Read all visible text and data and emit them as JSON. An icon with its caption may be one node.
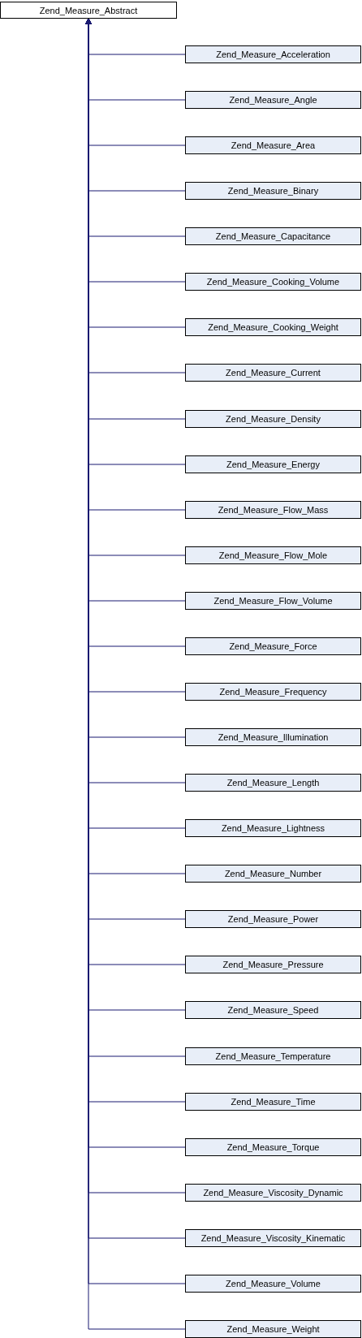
{
  "diagram": {
    "nodes": [
      {
        "text": [
          "Zend_Measure_Abstract"
        ]
      },
      {
        "text": [
          "Zend_Measure_Acceleration"
        ]
      },
      {
        "text": [
          "Zend_Measure_Angle"
        ]
      },
      {
        "text": [
          "Zend_Measure_Area"
        ]
      },
      {
        "text": [
          "Zend_Measure_Binary"
        ]
      },
      {
        "text": [
          "Zend_Measure_Capacitance"
        ]
      },
      {
        "text": [
          "Zend_Measure_Cooking_Volume"
        ]
      },
      {
        "text": [
          "Zend_Measure_Cooking_Weight"
        ]
      },
      {
        "text": [
          "Zend_Measure_Current"
        ]
      },
      {
        "text": [
          "Zend_Measure_Density"
        ]
      },
      {
        "text": [
          "Zend_Measure_Energy"
        ]
      },
      {
        "text": [
          "Zend_Measure_Flow_Mass"
        ]
      },
      {
        "text": [
          "Zend_Measure_Flow_Mole"
        ]
      },
      {
        "text": [
          "Zend_Measure_Flow_Volume"
        ]
      },
      {
        "text": [
          "Zend_Measure_Force"
        ]
      },
      {
        "text": [
          "Zend_Measure_Frequency"
        ]
      },
      {
        "text": [
          "Zend_Measure_Illumination"
        ]
      },
      {
        "text": [
          "Zend_Measure_Length"
        ]
      },
      {
        "text": [
          "Zend_Measure_Lightness"
        ]
      },
      {
        "text": [
          "Zend_Measure_Number"
        ]
      },
      {
        "text": [
          "Zend_Measure_Power"
        ]
      },
      {
        "text": [
          "Zend_Measure_Pressure"
        ]
      },
      {
        "text": [
          "Zend_Measure_Speed"
        ]
      },
      {
        "text": [
          "Zend_Measure_Temperature"
        ]
      },
      {
        "text": [
          "Zend_Measure_Time"
        ]
      },
      {
        "text": [
          "Zend_Measure_Torque"
        ]
      },
      {
        "text": [
          "Zend_Measure_Viscosity_Dynamic"
        ]
      },
      {
        "text": [
          "Zend_Measure_Viscosity_Kinematic"
        ]
      },
      {
        "text": [
          "Zend_Measure_Volume"
        ]
      },
      {
        "text": [
          "Zend_Measure_Weight"
        ]
      }
    ],
    "edges": [
      {
        "from": 1,
        "to": 0,
        "arrow": "to"
      },
      {
        "from": 2,
        "to": 0,
        "arrow": "to"
      },
      {
        "from": 3,
        "to": 0,
        "arrow": "to"
      },
      {
        "from": 4,
        "to": 0,
        "arrow": "to"
      },
      {
        "from": 5,
        "to": 0,
        "arrow": "to"
      },
      {
        "from": 6,
        "to": 0,
        "arrow": "to"
      },
      {
        "from": 7,
        "to": 0,
        "arrow": "to"
      },
      {
        "from": 8,
        "to": 0,
        "arrow": "to"
      },
      {
        "from": 9,
        "to": 0,
        "arrow": "to"
      },
      {
        "from": 10,
        "to": 0,
        "arrow": "to"
      },
      {
        "from": 11,
        "to": 0,
        "arrow": "to"
      },
      {
        "from": 12,
        "to": 0,
        "arrow": "to"
      },
      {
        "from": 13,
        "to": 0,
        "arrow": "to"
      },
      {
        "from": 14,
        "to": 0,
        "arrow": "to"
      },
      {
        "from": 15,
        "to": 0,
        "arrow": "to"
      },
      {
        "from": 16,
        "to": 0,
        "arrow": "to"
      },
      {
        "from": 17,
        "to": 0,
        "arrow": "to"
      },
      {
        "from": 18,
        "to": 0,
        "arrow": "to"
      },
      {
        "from": 19,
        "to": 0,
        "arrow": "to"
      },
      {
        "from": 20,
        "to": 0,
        "arrow": "to"
      },
      {
        "from": 21,
        "to": 0,
        "arrow": "to"
      },
      {
        "from": 22,
        "to": 0,
        "arrow": "to"
      },
      {
        "from": 23,
        "to": 0,
        "arrow": "to"
      },
      {
        "from": 24,
        "to": 0,
        "arrow": "to"
      },
      {
        "from": 25,
        "to": 0,
        "arrow": "to"
      },
      {
        "from": 26,
        "to": 0,
        "arrow": "to"
      },
      {
        "from": 27,
        "to": 0,
        "arrow": "to"
      },
      {
        "from": 28,
        "to": 0,
        "arrow": "to"
      },
      {
        "from": 29,
        "to": 0,
        "arrow": "to"
      }
    ]
  }
}
